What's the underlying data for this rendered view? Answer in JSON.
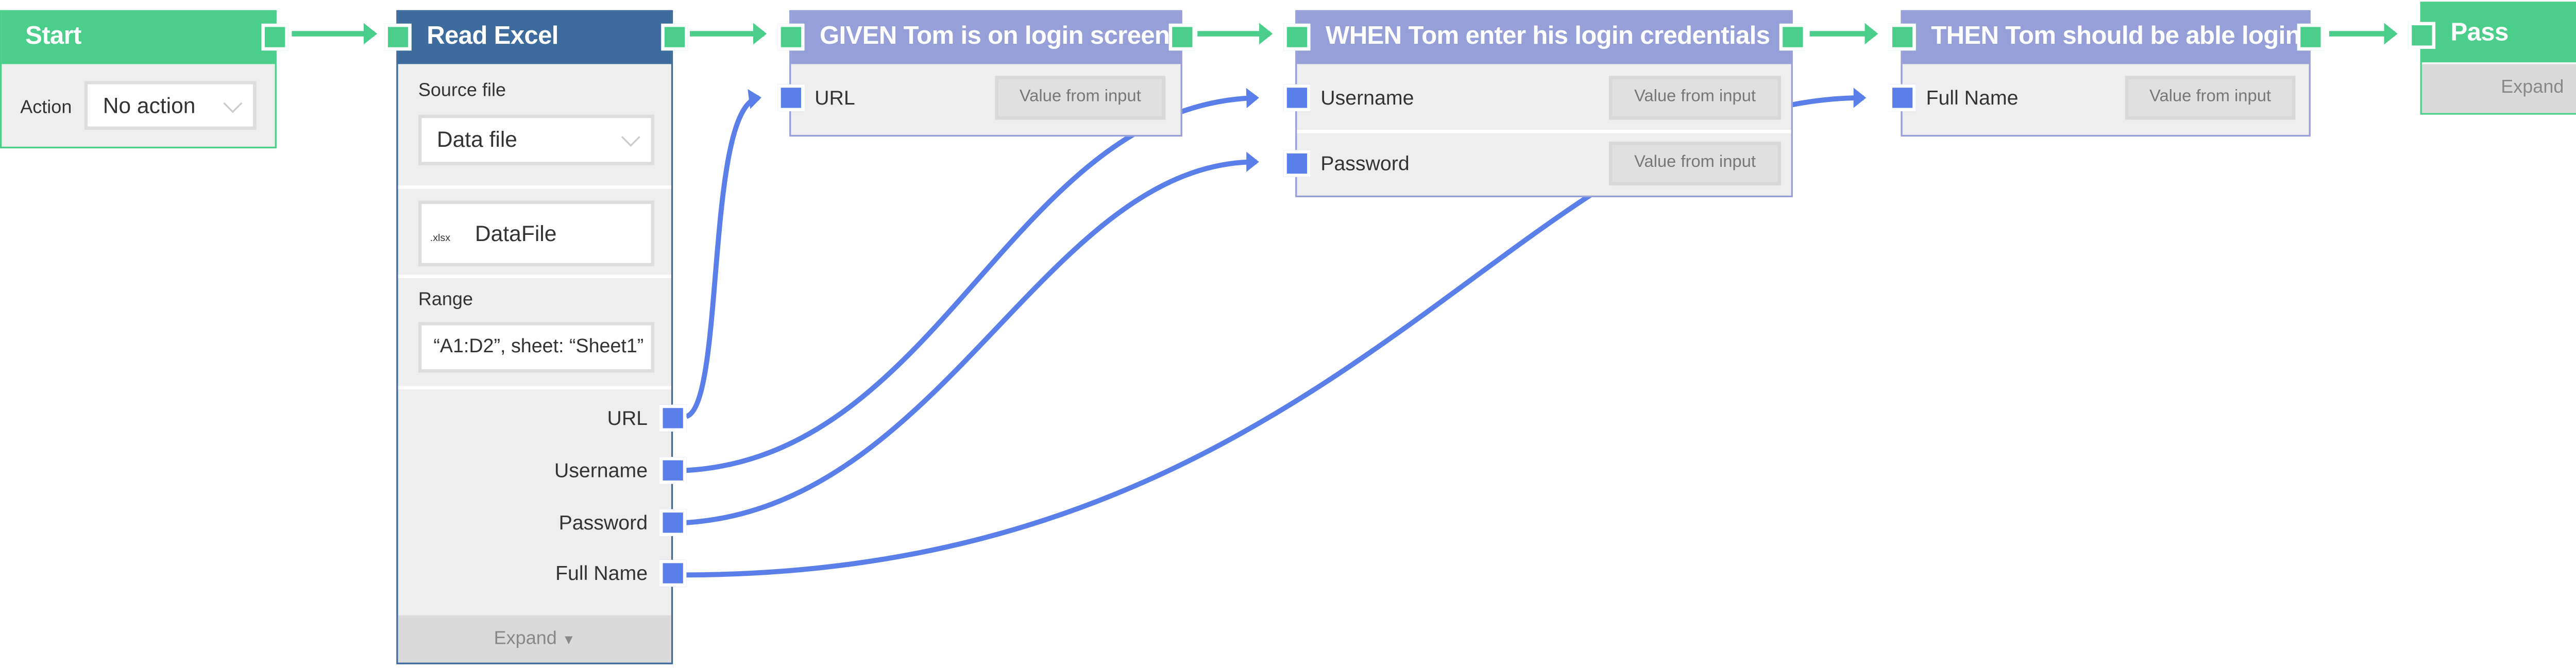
{
  "colors": {
    "start": "#4ACE89",
    "read_excel": "#3E6B9E",
    "step": "#979FD9",
    "flow": "#4ACE89",
    "data": "#5B7FE9"
  },
  "start": {
    "title": "Start",
    "action_label": "Action",
    "action_value": "No action"
  },
  "read_excel": {
    "title": "Read Excel",
    "source_label": "Source file",
    "source_value": "Data file",
    "file_icon": ".xlsx",
    "file_name": "DataFile",
    "range_label": "Range",
    "range_value": "“A1:D2”, sheet: “Sheet1”",
    "outputs": [
      "URL",
      "Username",
      "Password",
      "Full Name"
    ],
    "expand": "Expand"
  },
  "given": {
    "title": "GIVEN Tom is on login screen",
    "inputs": [
      {
        "label": "URL",
        "value": "Value from input"
      }
    ]
  },
  "when": {
    "title": "WHEN Tom enter his login credentials",
    "inputs": [
      {
        "label": "Username",
        "value": "Value from input"
      },
      {
        "label": "Password",
        "value": "Value from input"
      }
    ]
  },
  "then": {
    "title": "THEN Tom should be able login",
    "inputs": [
      {
        "label": "Full Name",
        "value": "Value from input"
      }
    ]
  },
  "pass": {
    "title": "Pass",
    "expand": "Expand"
  }
}
